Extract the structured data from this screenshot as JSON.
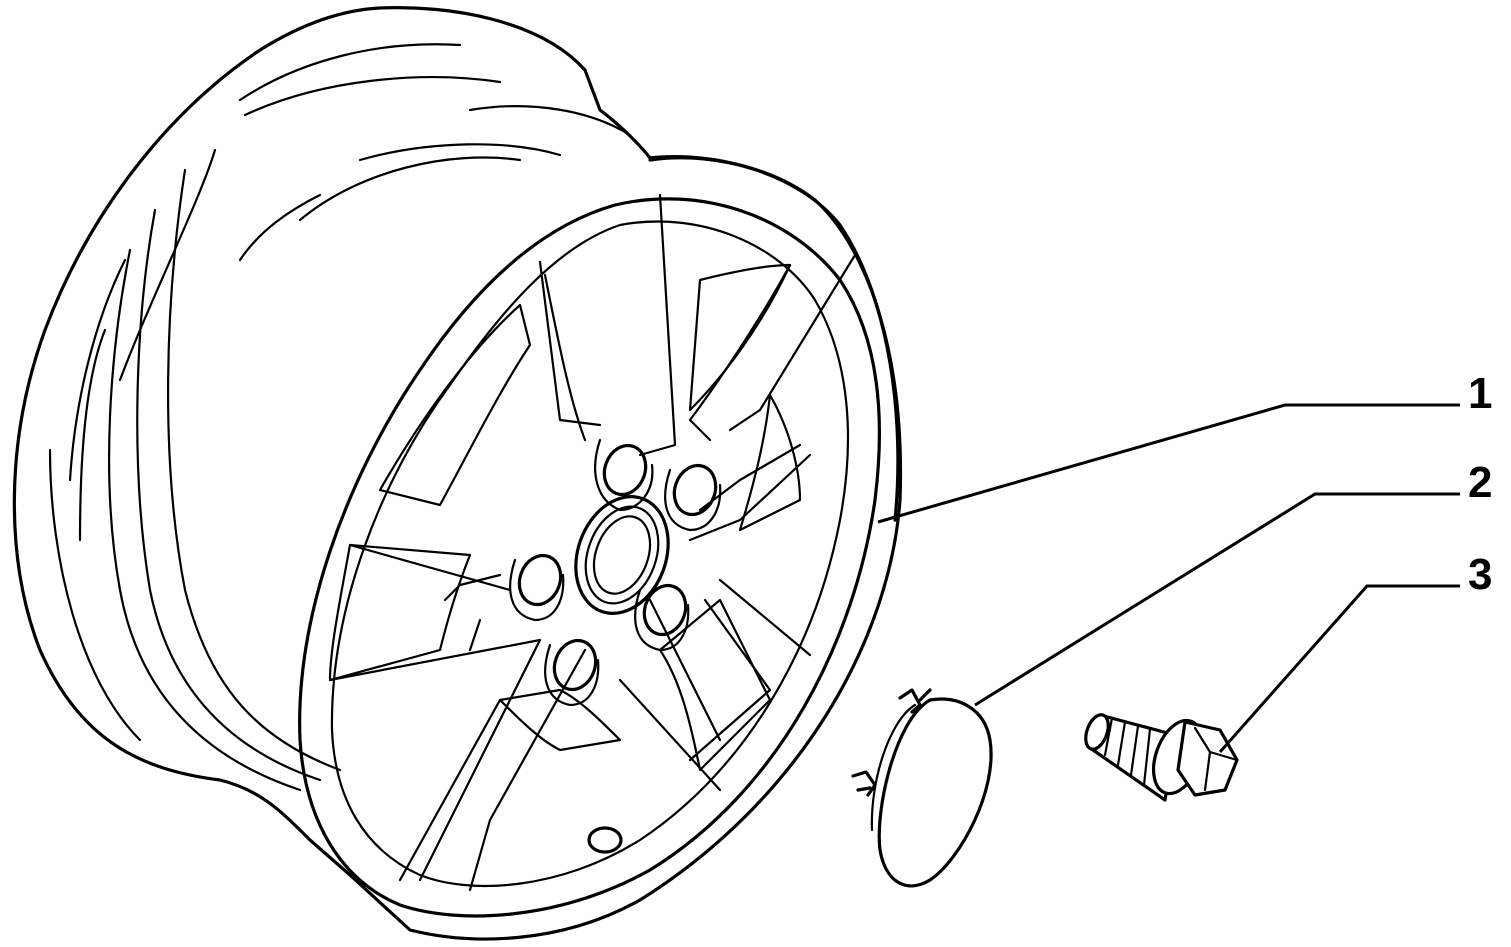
{
  "callouts": [
    {
      "number": "1",
      "part": "wheel-rim"
    },
    {
      "number": "2",
      "part": "hub-cap"
    },
    {
      "number": "3",
      "part": "wheel-bolt"
    }
  ],
  "colors": {
    "line": "#000000",
    "background": "#ffffff"
  }
}
